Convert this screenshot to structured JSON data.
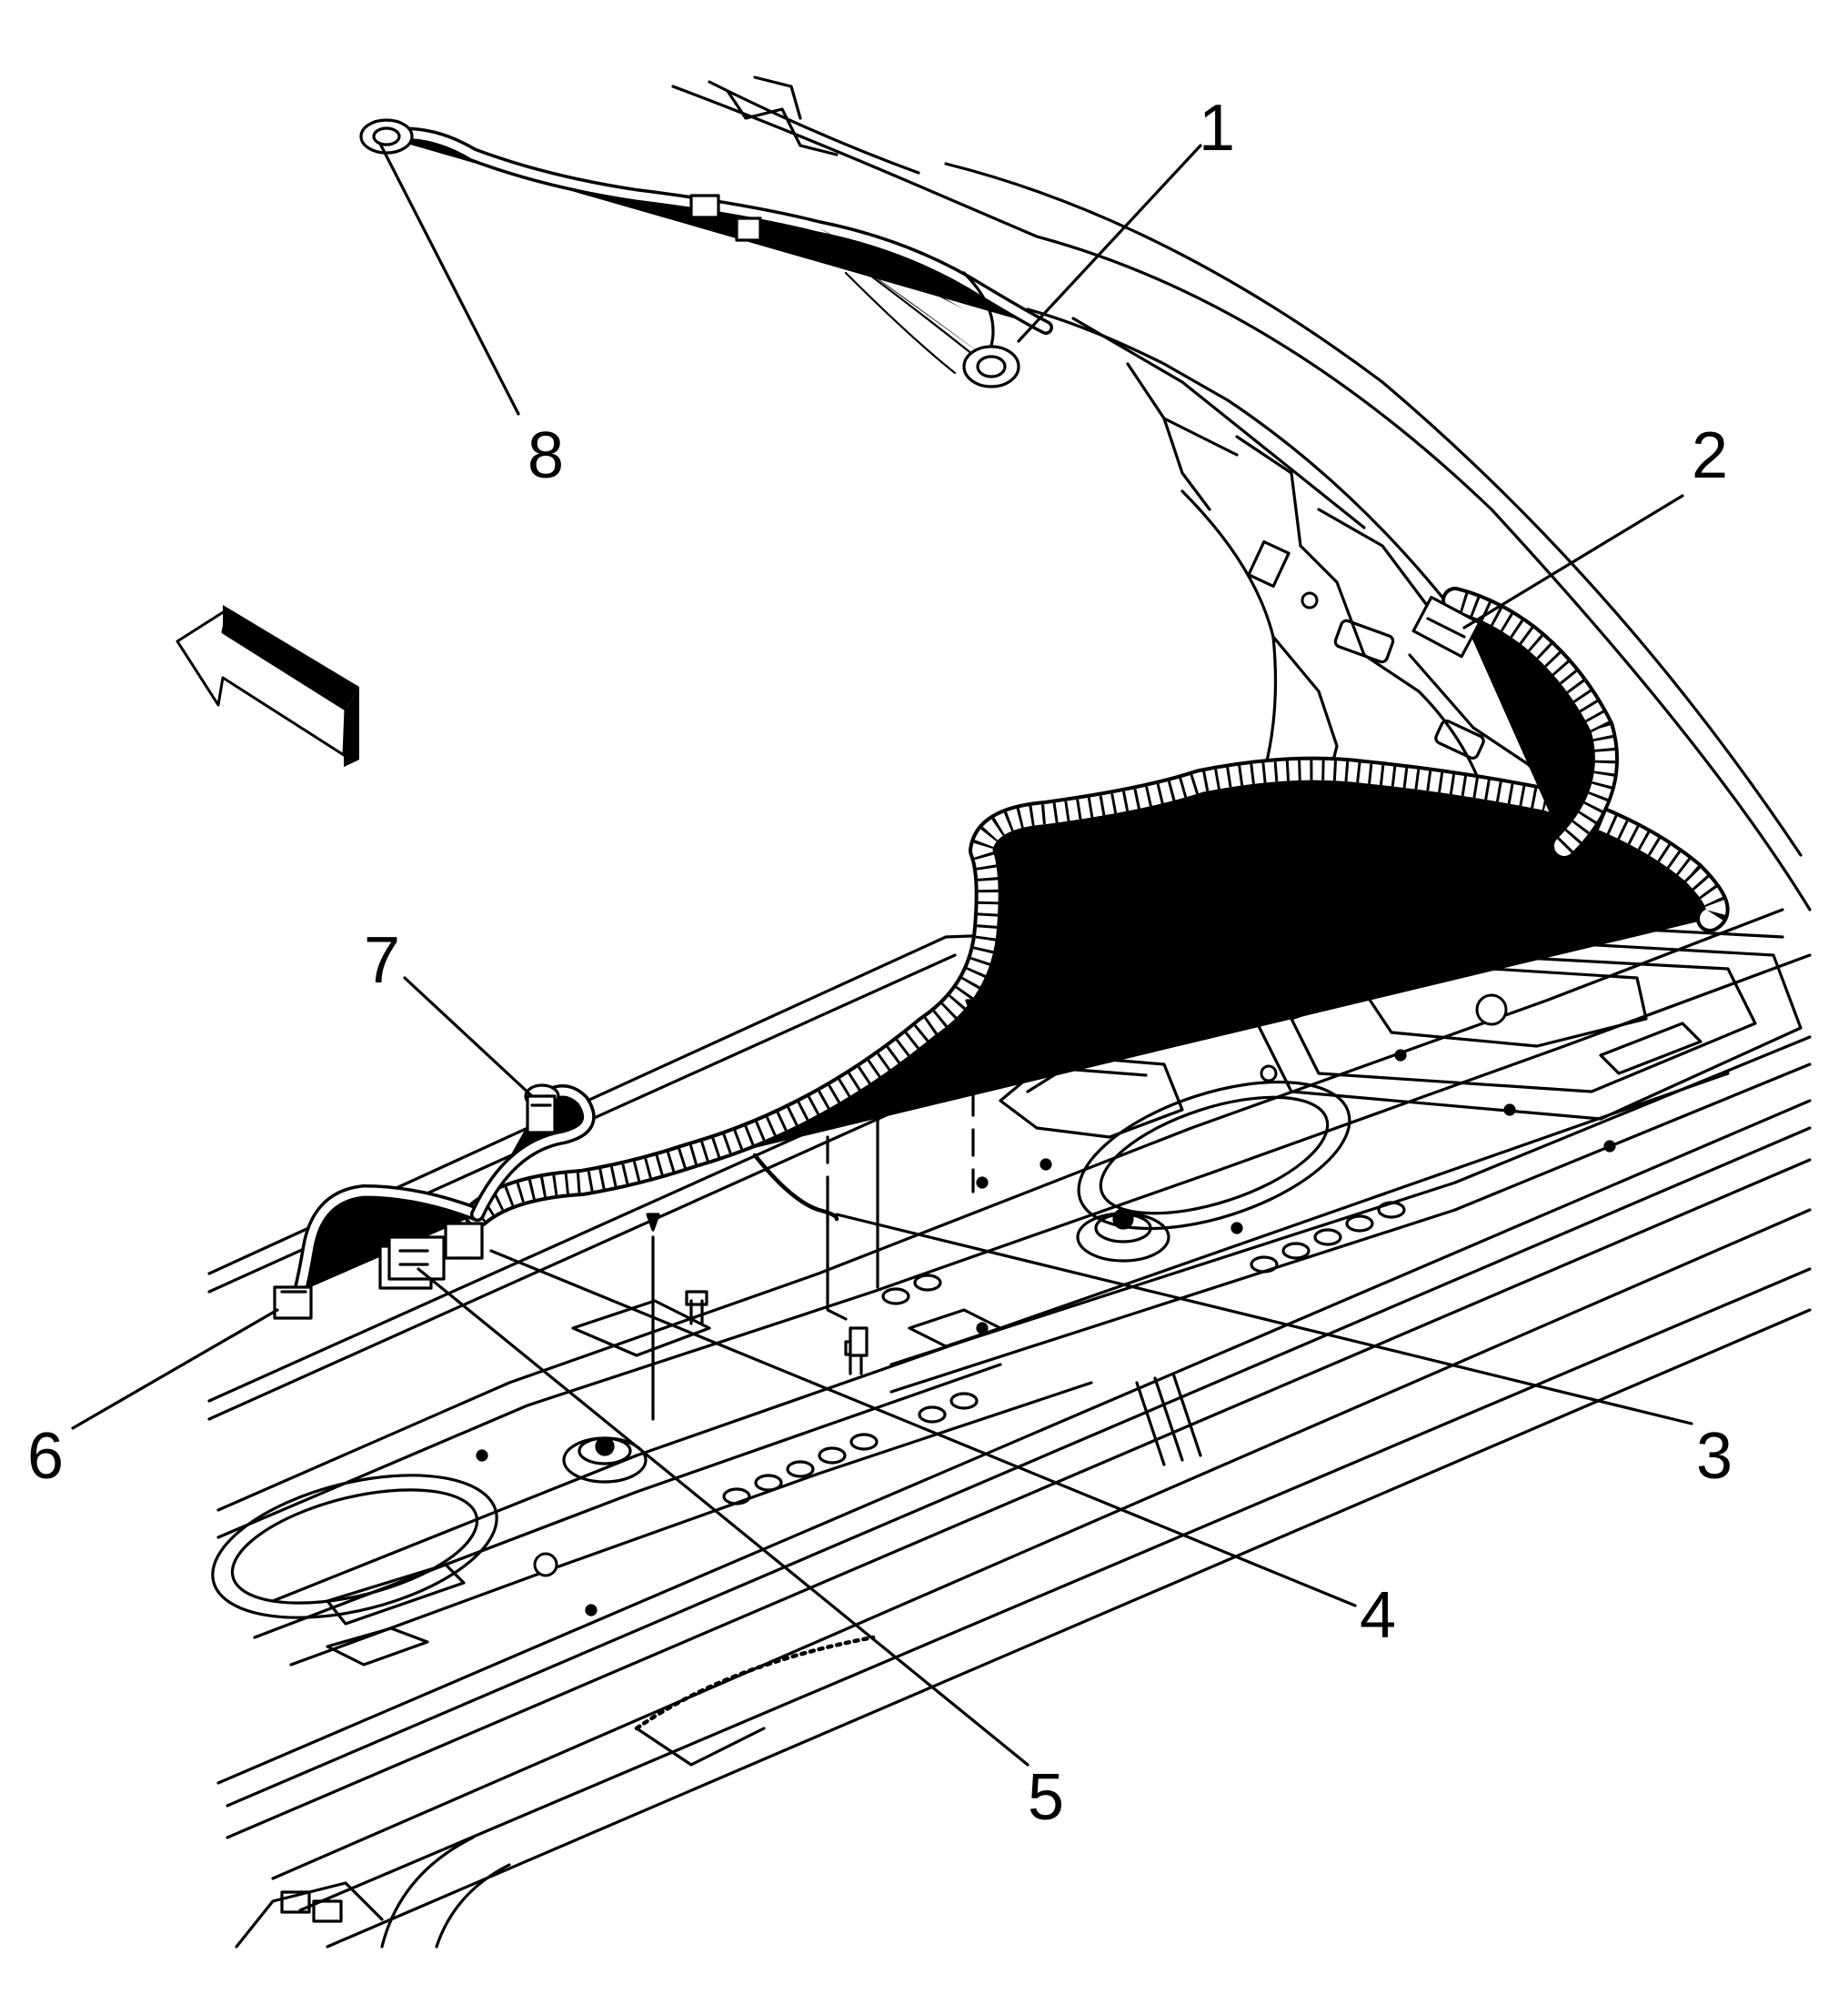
{
  "diagram": {
    "callouts": [
      {
        "id": "1",
        "label": "1"
      },
      {
        "id": "2",
        "label": "2"
      },
      {
        "id": "3",
        "label": "3"
      },
      {
        "id": "4",
        "label": "4"
      },
      {
        "id": "5",
        "label": "5"
      },
      {
        "id": "6",
        "label": "6"
      },
      {
        "id": "7",
        "label": "7"
      },
      {
        "id": "8",
        "label": "8"
      }
    ],
    "icons": {
      "direction_arrow": "forward-direction-arrow-icon"
    }
  }
}
